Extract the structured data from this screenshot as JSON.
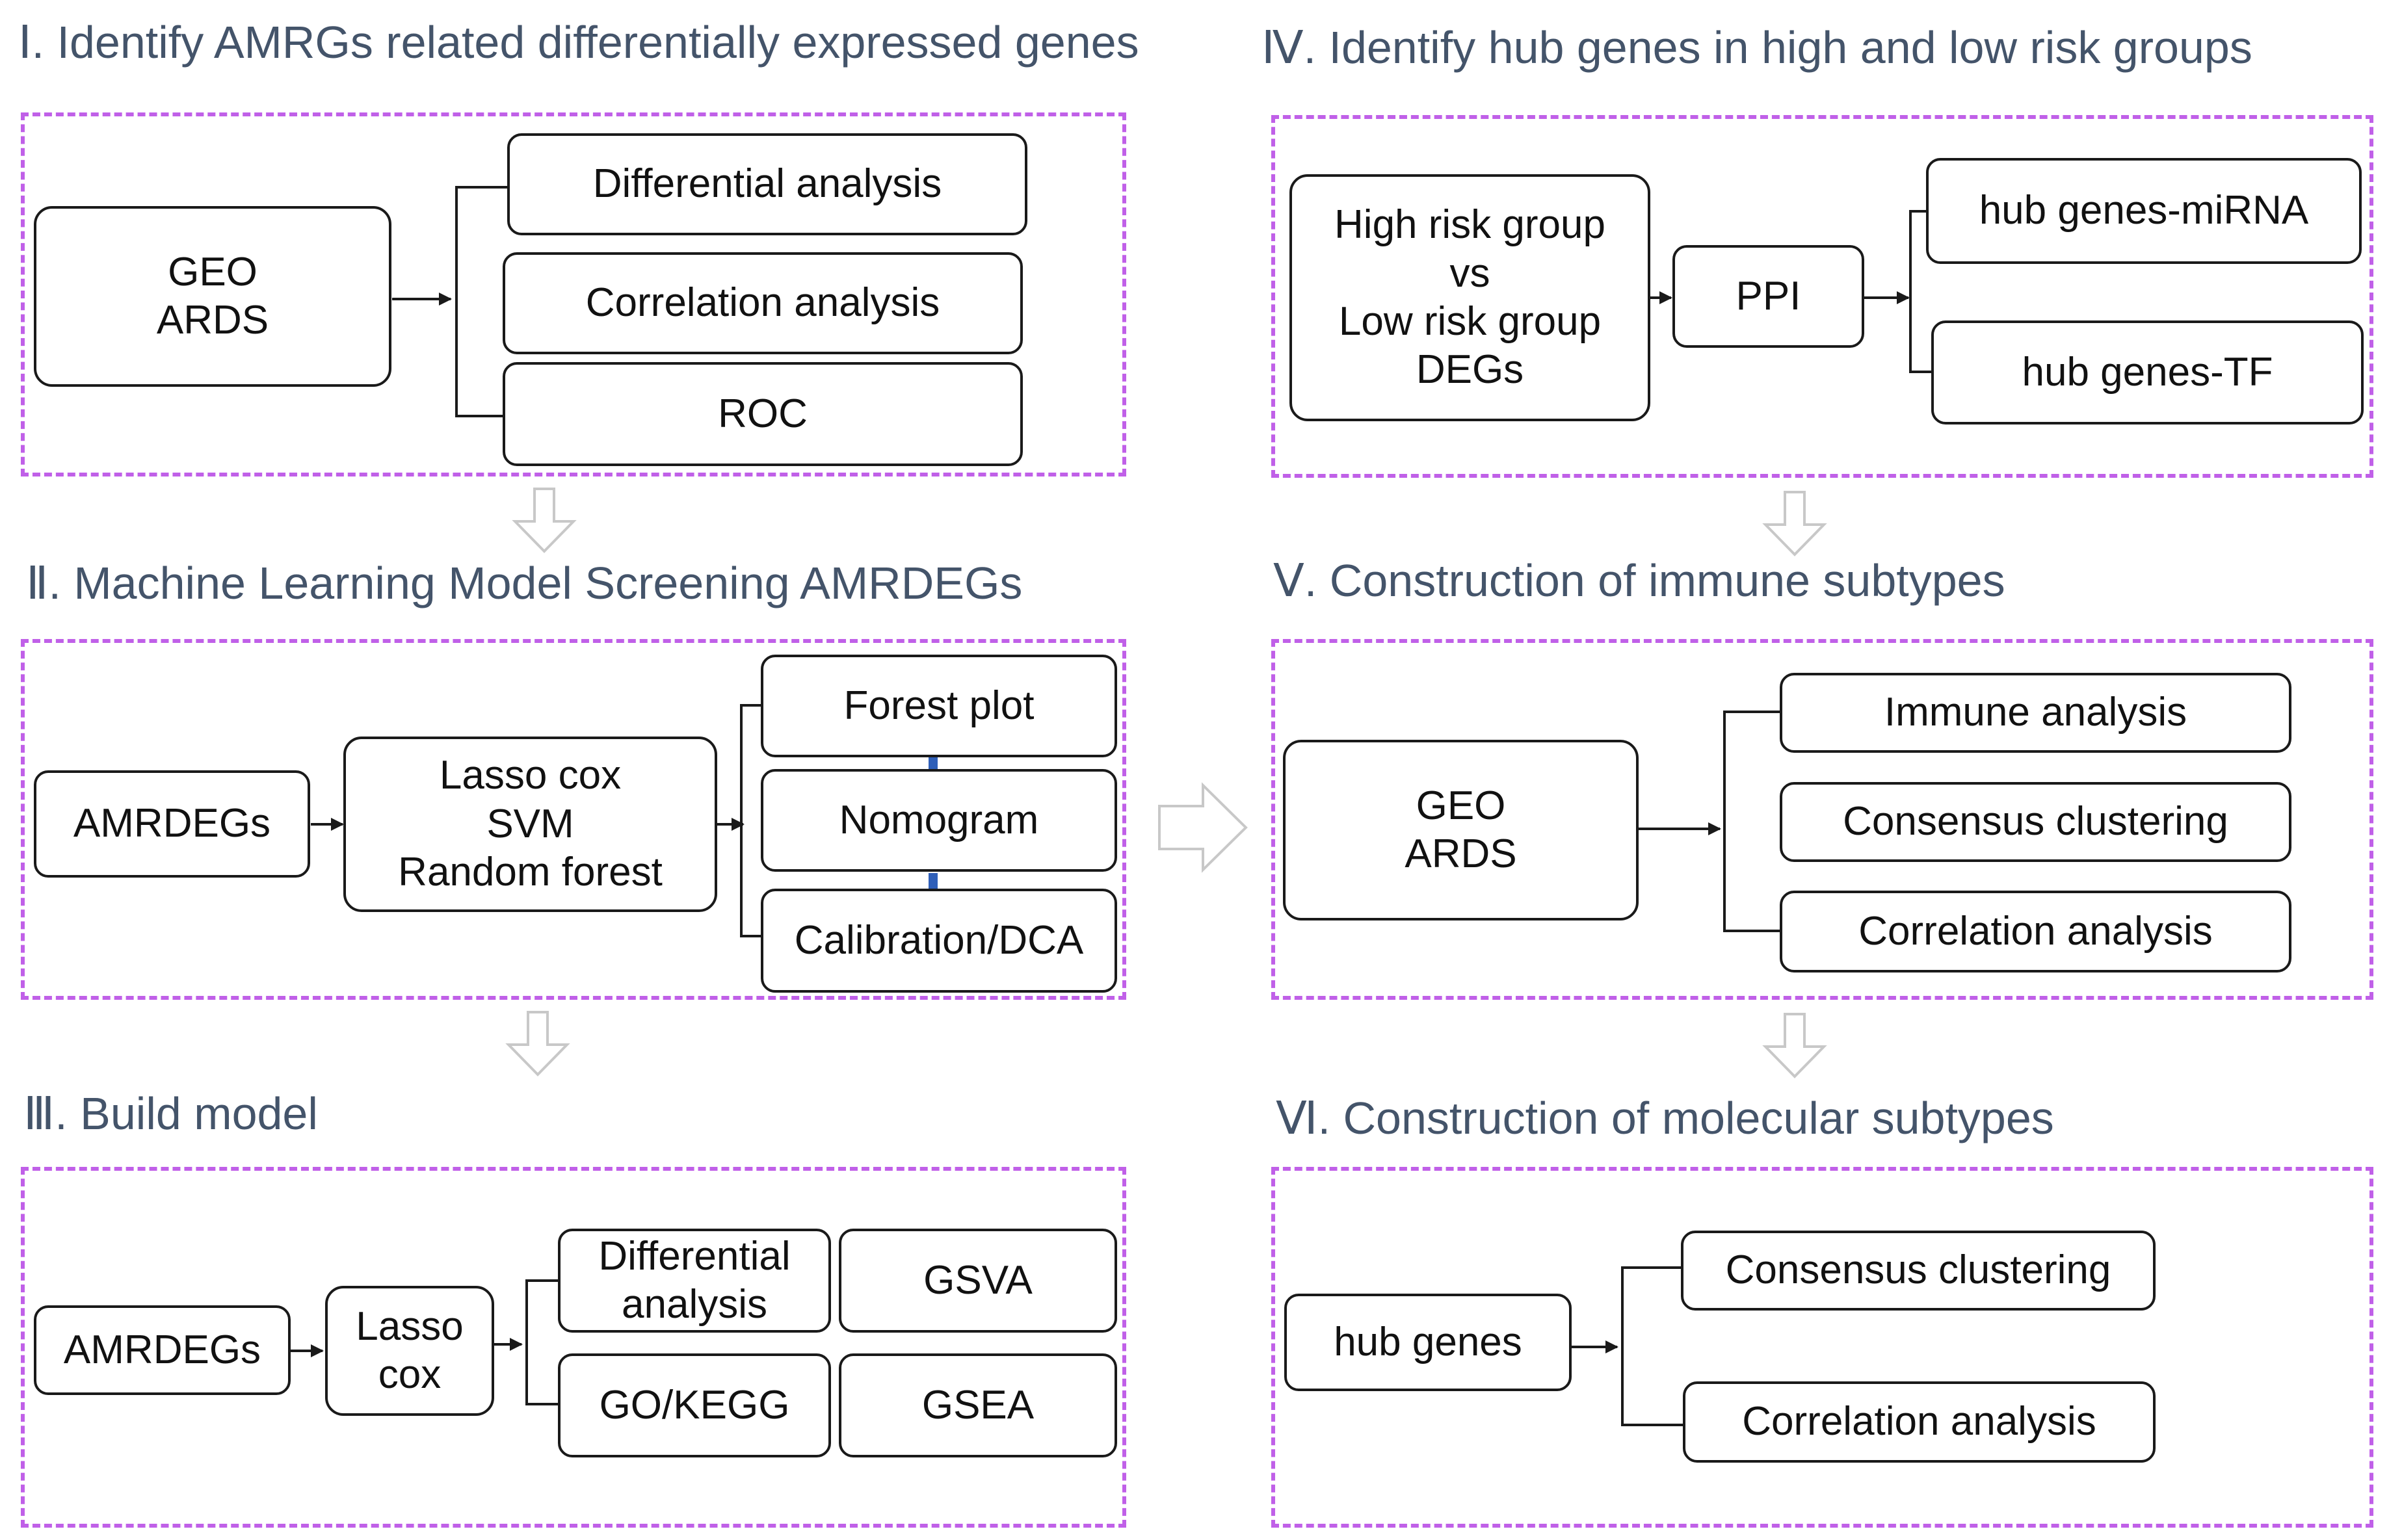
{
  "sections": {
    "s1": {
      "title": "Ⅰ. Identify AMRGs related differentially expressed genes",
      "source": [
        "GEO",
        "ARDS"
      ],
      "items": [
        "Differential analysis",
        "Correlation analysis",
        "ROC"
      ]
    },
    "s2": {
      "title": "Ⅱ. Machine Learning Model Screening AMRDEGs",
      "input": "AMRDEGs",
      "methods": [
        "Lasso cox",
        "SVM",
        "Random forest"
      ],
      "outputs": [
        "Forest plot",
        "Nomogram",
        "Calibration/DCA"
      ]
    },
    "s3": {
      "title": "Ⅲ. Build model",
      "input": "AMRDEGs",
      "method": [
        "Lasso",
        "cox"
      ],
      "outputs": [
        [
          "Differential",
          "analysis"
        ],
        "GSVA",
        "GO/KEGG",
        "GSEA"
      ]
    },
    "s4": {
      "title": "Ⅳ. Identify hub genes in high and low risk groups",
      "compare": [
        "High risk group",
        "vs",
        "Low risk group",
        "DEGs"
      ],
      "network": "PPI",
      "outputs": [
        "hub genes-miRNA",
        "hub genes-TF"
      ]
    },
    "s5": {
      "title": "Ⅴ. Construction of immune subtypes",
      "source": [
        "GEO",
        "ARDS"
      ],
      "items": [
        "Immune analysis",
        "Consensus clustering",
        "Correlation analysis"
      ]
    },
    "s6": {
      "title": "Ⅵ. Construction of molecular subtypes",
      "input": "hub genes",
      "items": [
        "Consensus clustering",
        "Correlation analysis"
      ]
    }
  },
  "colors": {
    "title": "#44546a",
    "panel_border": "#c060e8",
    "node_border": "#1a1a1a",
    "step_arrow": "#2f5fb8",
    "flow_arrow": "#c8c8c8"
  }
}
